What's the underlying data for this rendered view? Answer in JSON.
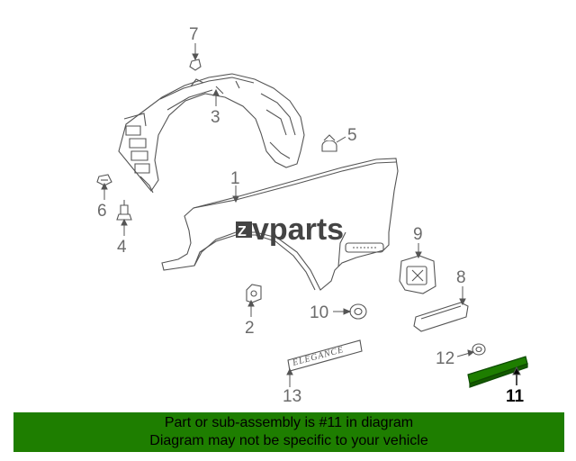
{
  "watermark": {
    "text": "vparts",
    "mark": "Z"
  },
  "callouts": [
    {
      "id": "1",
      "label": "1"
    },
    {
      "id": "2",
      "label": "2"
    },
    {
      "id": "3",
      "label": "3"
    },
    {
      "id": "4",
      "label": "4"
    },
    {
      "id": "5",
      "label": "5"
    },
    {
      "id": "6",
      "label": "6"
    },
    {
      "id": "7",
      "label": "7"
    },
    {
      "id": "8",
      "label": "8"
    },
    {
      "id": "9",
      "label": "9"
    },
    {
      "id": "10",
      "label": "10"
    },
    {
      "id": "11",
      "label": "11"
    },
    {
      "id": "12",
      "label": "12"
    },
    {
      "id": "13",
      "label": "13"
    }
  ],
  "emblem_text": "ELEGANCE",
  "highlighted_part": "11",
  "colors": {
    "banner": "#1e7e00",
    "highlight_part": "#1e7e00",
    "line": "#555555"
  },
  "banner": {
    "line1": "Part or sub-assembly is #11 in diagram",
    "line2": "Diagram may not be specific to your vehicle"
  }
}
